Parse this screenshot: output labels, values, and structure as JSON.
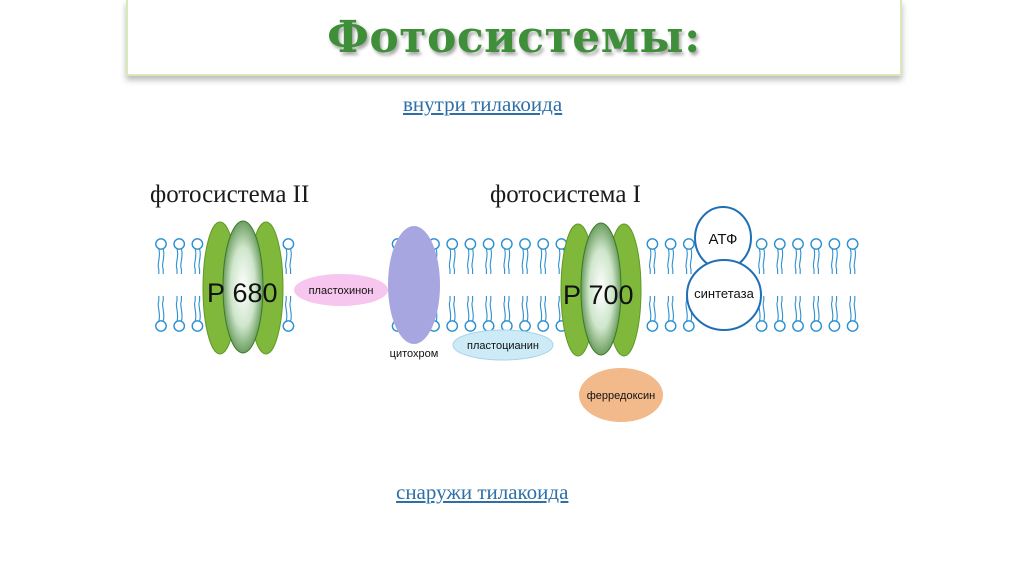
{
  "title": "Фотосистемы:",
  "inside_label": "внутри тилакоида",
  "outside_label": "снаружи тилакоида",
  "ps2_label": "фотосистема II",
  "ps1_label": "фотосистема I",
  "complexes": {
    "p680": "Р 680",
    "p700": "Р 700",
    "plastoquinone": "пластохинон",
    "cytochrome": "цитохром",
    "plastocyanin": "пластоцианин",
    "ferredoxin": "ферредоксин",
    "atp_top": "АТФ",
    "atp_bottom": "синтетаза"
  },
  "colors": {
    "title": "#3f8f3a",
    "link": "#2e6fa8",
    "membrane": "#2b8fd0",
    "photosystem_green": "#7fb83a",
    "plastoquinone": "#f6c6ee",
    "cytochrome": "#a8a6e0",
    "plastocyanin": "#cdeaf7",
    "ferredoxin": "#f2b98a",
    "atp_synthase": "#1f6fb5"
  }
}
